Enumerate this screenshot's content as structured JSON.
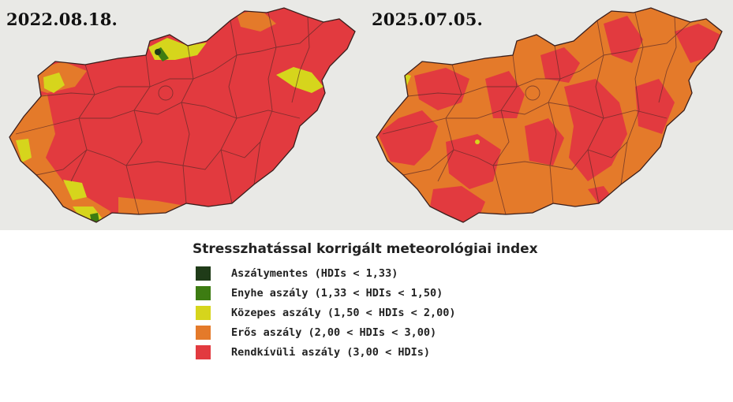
{
  "maps": [
    {
      "date": "2022.08.18."
    },
    {
      "date": "2025.07.05."
    }
  ],
  "legend": {
    "title": "Stresszhatással korrigált meteorológiai index",
    "items": [
      {
        "label": "Aszálymentes (HDIs < 1,33)",
        "color": "#1f3b18"
      },
      {
        "label": "Enyhe aszály (1,33 < HDIs < 1,50)",
        "color": "#3d7c12"
      },
      {
        "label": "Közepes aszály (1,50 < HDIs < 2,00)",
        "color": "#d6d51c"
      },
      {
        "label": "Erős aszály (2,00 < HDIs < 3,00)",
        "color": "#e47a2a"
      },
      {
        "label": "Rendkívüli aszály (3,00 < HDIs)",
        "color": "#e23a3f"
      }
    ]
  },
  "colors": {
    "extreme": "#e23a3f",
    "strong": "#e47a2a",
    "moderate": "#d6d51c",
    "mild": "#3d7c12",
    "none": "#1f3b18",
    "background": "#e9e9e6"
  }
}
